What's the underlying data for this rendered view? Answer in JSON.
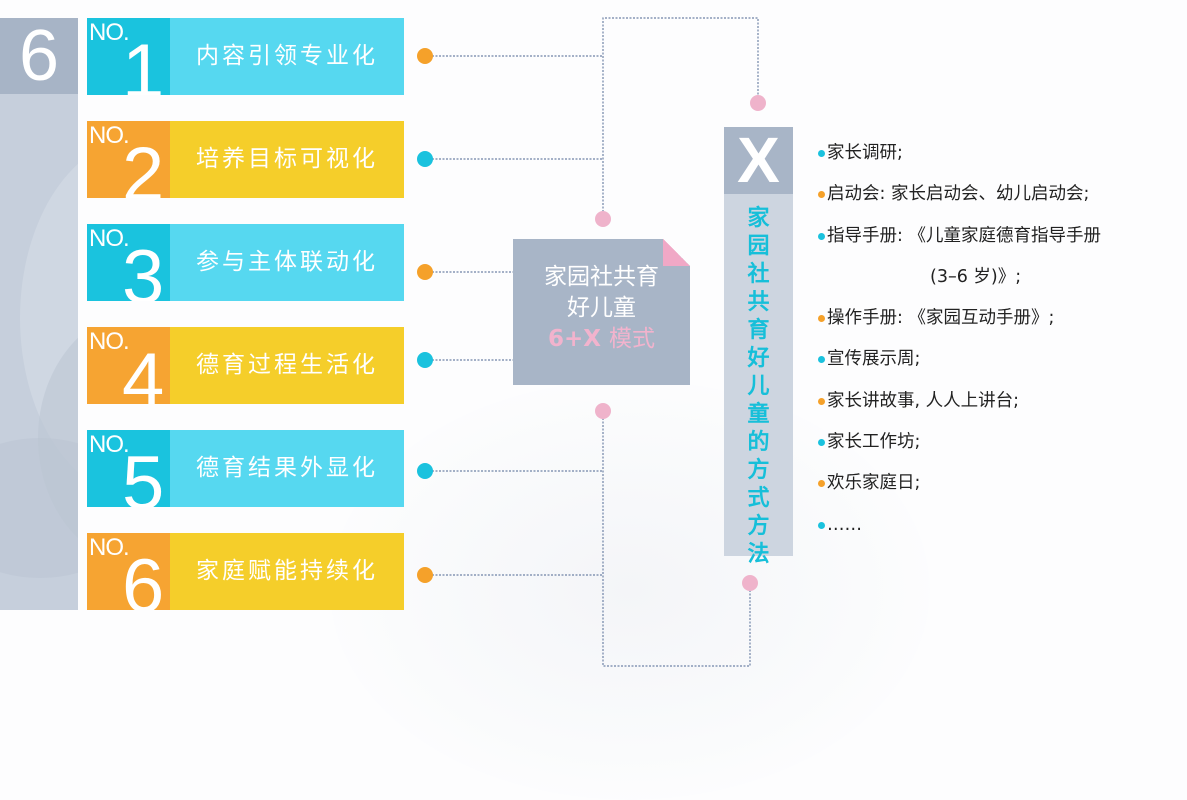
{
  "colors": {
    "blue_dark": "#1ac3de",
    "blue_light": "#56d8f0",
    "orange": "#f6a432",
    "yellow": "#f5ce2a",
    "pink": "#efb3cb",
    "slate": "#a8b5c7",
    "vertical_text": "#16bfd9"
  },
  "left_column": {
    "big_number": "6"
  },
  "items": [
    {
      "no_label": "NO.",
      "number": "1",
      "label": "内容引领专业化",
      "color": "blue",
      "dot": "orange"
    },
    {
      "no_label": "NO.",
      "number": "2",
      "label": "培养目标可视化",
      "color": "orange",
      "dot": "blue"
    },
    {
      "no_label": "NO.",
      "number": "3",
      "label": "参与主体联动化",
      "color": "blue",
      "dot": "orange"
    },
    {
      "no_label": "NO.",
      "number": "4",
      "label": "德育过程生活化",
      "color": "orange",
      "dot": "blue"
    },
    {
      "no_label": "NO.",
      "number": "5",
      "label": "德育结果外显化",
      "color": "blue",
      "dot": "blue"
    },
    {
      "no_label": "NO.",
      "number": "6",
      "label": "家庭赋能持续化",
      "color": "orange",
      "dot": "orange"
    }
  ],
  "center_note": {
    "line1": "家园社共育",
    "line2": "好儿童",
    "formula": "6+X",
    "mode": "模式"
  },
  "x_panel": {
    "head": "X",
    "vertical_title": [
      "家",
      "园",
      "社",
      "共",
      "育",
      "好",
      "儿",
      "童",
      "的",
      "方",
      "式",
      "方",
      "法"
    ]
  },
  "methods": [
    {
      "text": "家长调研;",
      "bullet": "blue"
    },
    {
      "text": "启动会: 家长启动会、幼儿启动会;",
      "bullet": "orange"
    },
    {
      "text": "指导手册: 《儿童家庭德育指导手册",
      "bullet": "blue"
    },
    {
      "text": "(3–6 岁)》;",
      "bullet": null
    },
    {
      "text": "操作手册: 《家园互动手册》;",
      "bullet": "orange"
    },
    {
      "text": "宣传展示周;",
      "bullet": "blue"
    },
    {
      "text": "家长讲故事, 人人上讲台;",
      "bullet": "orange"
    },
    {
      "text": "家长工作坊;",
      "bullet": "blue"
    },
    {
      "text": "欢乐家庭日;",
      "bullet": "orange"
    },
    {
      "text": "……",
      "bullet": "blue"
    }
  ]
}
